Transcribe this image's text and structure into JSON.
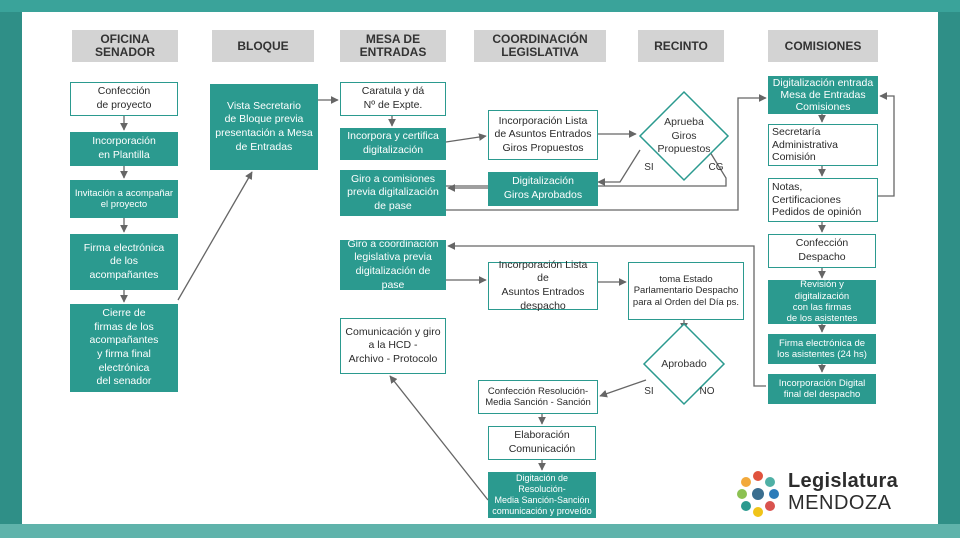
{
  "headers": {
    "senador": "OFICINA\nSENADOR",
    "bloque": "BLOQUE",
    "mesa": "MESA DE\nENTRADAS",
    "coordinacion": "COORDINACIÓN\nLEGISLATIVA",
    "recinto": "RECINTO",
    "comisiones": "COMISIONES"
  },
  "senador": {
    "confeccion": "Confección\nde proyecto",
    "incorporacion": "Incorporación\nen Plantilla",
    "invitacion": "Invitación a acompañar\nel proyecto",
    "firma": "Firma electrónica\nde los\nacompañantes",
    "cierre": "Cierre de\nfirmas de los\nacompañantes\ny firma final\nelectrónica\ndel senador"
  },
  "bloque": {
    "vista": "Vista Secretario\nde Bloque previa\npresentación a Mesa\nde Entradas"
  },
  "mesa": {
    "caratula": "Caratula y dá\nNº de Expte.",
    "incorpora": "Incorpora y certifica\ndigitalización",
    "giro_comisiones": "Giro a comisiones\nprevia digitalización\nde pase",
    "giro_coordinacion": "Giro a coordinación\nlegislativa previa\ndigitalización de pase",
    "comunicacion": "Comunicación y giro\na la HCD -\nArchivo - Protocolo"
  },
  "coordinacion": {
    "lista_giros": "Incorporación Lista\nde Asuntos Entrados\nGiros Propuestos",
    "digitalizacion_giros": "Digitalización\nGiros Aprobados",
    "lista_despacho": "Incorporación Lista de\nAsuntos Entrados\ndespacho",
    "resolucion": "Confección Resolución-\nMedia Sanción - Sanción",
    "elaboracion": "Elaboración\nComunicación",
    "digitacion": "Digitación de Resolución-\nMedia Sanción-Sanción\ncomunicación y proveído"
  },
  "recinto": {
    "aprueba": "Aprueba\nGiros\nPropuestos",
    "aprueba_si": "SI",
    "aprueba_cg": "CG",
    "estado": "toma Estado\nParlamentario Despacho\npara al Orden del Día ps.",
    "aprobado": "Aprobado",
    "aprobado_si": "SI",
    "aprobado_no": "NO"
  },
  "comisiones": {
    "digitalizacion_entrada": "Digitalización entrada\nMesa de Entradas\nComisiones",
    "secretaria": "Secretaría\nAdministrativa\nComisión",
    "notas": "Notas,\nCertificaciones\nPedidos de opinión",
    "confeccion_despacho": "Confección\nDespacho",
    "revision": "Revisión y digitalización\ncon las firmas\nde los asistentes",
    "firma_asistentes": "Firma electrónica de\nlos asistentes  (24 hs)",
    "incorporacion_digital": "Incorporación Digital\nfinal del despacho"
  },
  "logo": {
    "line1": "Legislatura",
    "line2": "MENDOZA"
  },
  "colors": {
    "teal": "#2b9a8f",
    "header_bg": "#d3d3d3",
    "background": "#2f8f87",
    "connector": "#666666"
  }
}
